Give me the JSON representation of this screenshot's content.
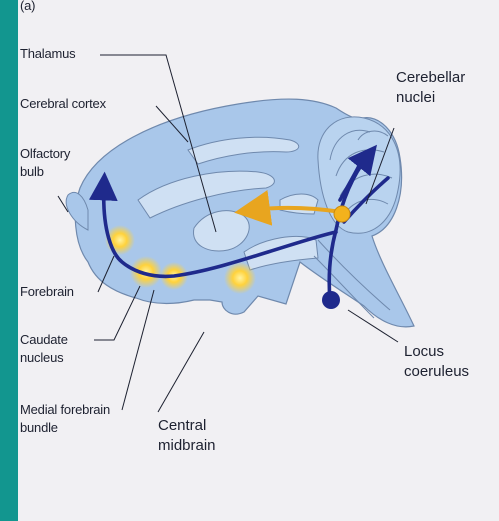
{
  "figure": {
    "panel_label": "(a)",
    "labels": {
      "thalamus": "Thalamus",
      "cerebral_cortex": "Cerebral cortex",
      "olfactory_bulb_1": "Olfactory",
      "olfactory_bulb_2": "bulb",
      "forebrain": "Forebrain",
      "caudate_nucleus_1": "Caudate",
      "caudate_nucleus_2": "nucleus",
      "medial_forebrain_bundle_1": "Medial forebrain",
      "medial_forebrain_bundle_2": "bundle",
      "cerebellar_nuclei_1": "Cerebellar",
      "cerebellar_nuclei_2": "nuclei",
      "locus_coeruleus_1": "Locus",
      "locus_coeruleus_2": "coeruleus",
      "central_midbrain_1": "Central",
      "central_midbrain_2": "midbrain"
    },
    "colors": {
      "brain_fill": "#a9c7ea",
      "brain_outline": "#6f89ad",
      "inner_structure": "#cfe0f3",
      "pathway_blue": "#1f2a8c",
      "pathway_yellow": "#f0b42a",
      "nucleus_glow": "#ffd23c",
      "frame": "#12968f"
    }
  }
}
